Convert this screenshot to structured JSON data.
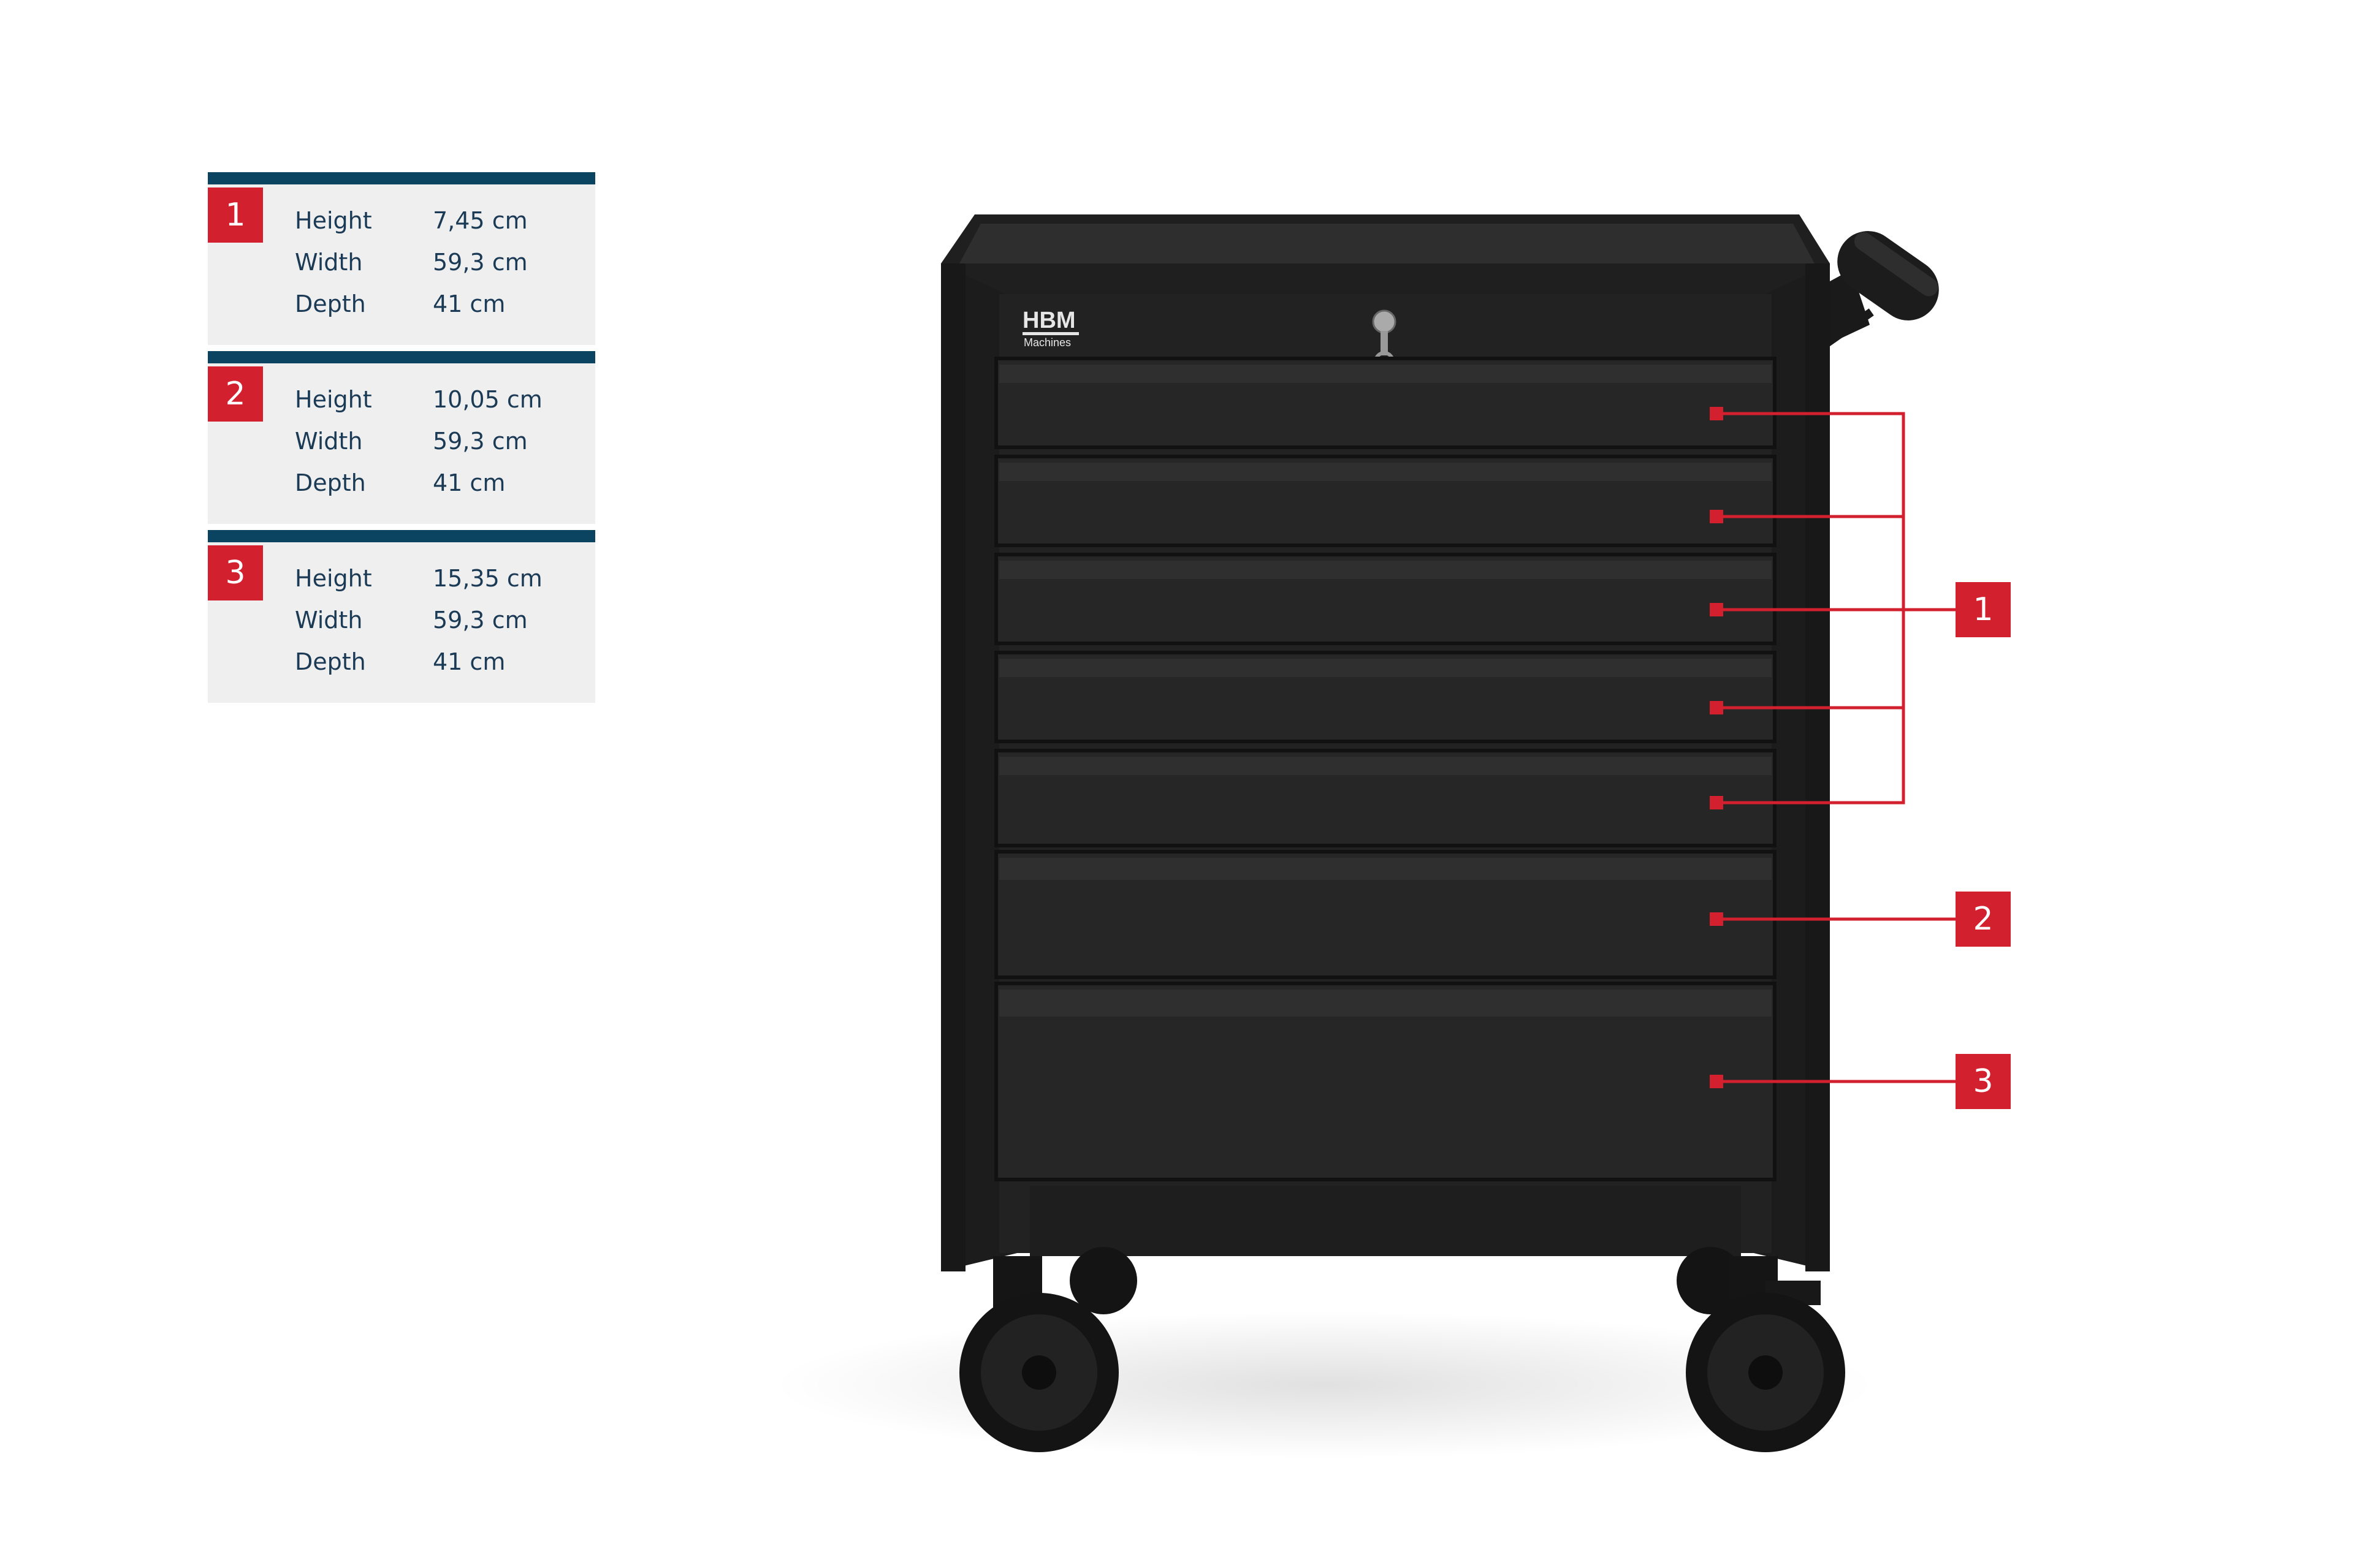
{
  "specs": [
    {
      "num": "1",
      "rows": [
        {
          "label": "Height",
          "value": "7,45 cm"
        },
        {
          "label": "Width",
          "value": "59,3 cm"
        },
        {
          "label": "Depth",
          "value": "41 cm"
        }
      ]
    },
    {
      "num": "2",
      "rows": [
        {
          "label": "Height",
          "value": "10,05 cm"
        },
        {
          "label": "Width",
          "value": "59,3 cm"
        },
        {
          "label": "Depth",
          "value": "41 cm"
        }
      ]
    },
    {
      "num": "3",
      "rows": [
        {
          "label": "Height",
          "value": "15,35 cm"
        },
        {
          "label": "Width",
          "value": "59,3 cm"
        },
        {
          "label": "Depth",
          "value": "41 cm"
        }
      ]
    }
  ],
  "callouts": [
    "1",
    "2",
    "3"
  ],
  "brand": {
    "name": "HBM",
    "sub": "Machines"
  },
  "colors": {
    "accent": "#d3202f",
    "navy": "#0a4460",
    "panel": "#efefef",
    "cabinet": "#222222"
  }
}
